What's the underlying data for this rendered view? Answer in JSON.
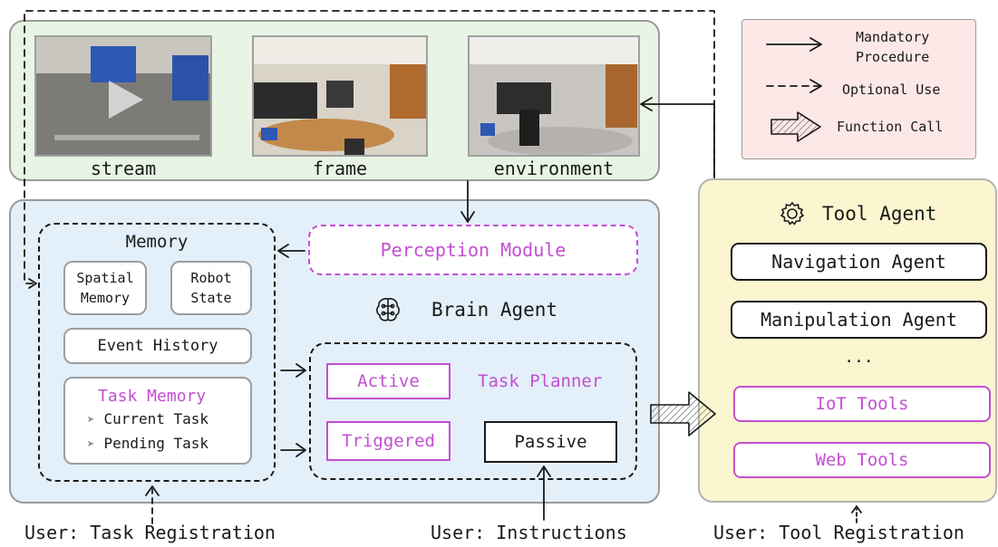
{
  "legend": {
    "mandatory": "Mandatory\nProcedure",
    "mandatory_line1": "Mandatory",
    "mandatory_line2": "Procedure",
    "optional": "Optional Use",
    "function_call": "Function Call"
  },
  "inputs": {
    "stream": "stream",
    "frame": "frame",
    "environment": "environment"
  },
  "memory": {
    "title": "Memory",
    "spatial_line1": "Spatial",
    "spatial_line2": "Memory",
    "robot_line1": "Robot",
    "robot_line2": "State",
    "event_history": "Event History",
    "task_memory": "Task Memory",
    "current_task": "Current Task",
    "pending_task": "Pending Task"
  },
  "brain": {
    "perception": "Perception Module",
    "title": "Brain Agent",
    "task_planner": "Task Planner",
    "active": "Active",
    "triggered": "Triggered",
    "passive": "Passive"
  },
  "tool": {
    "title": "Tool Agent",
    "navigation": "Navigation Agent",
    "manipulation": "Manipulation Agent",
    "ellipsis": "...",
    "iot": "IoT Tools",
    "web": "Web Tools"
  },
  "users": {
    "task_registration": "User: Task Registration",
    "instructions": "User: Instructions",
    "tool_registration": "User: Tool Registration"
  },
  "colors": {
    "accent_purple": "#c34fd1",
    "green_panel": "#e8f5e4",
    "blue_panel": "#e3eff9",
    "yellow_panel": "#fbf5d0",
    "legend_bg": "#fce8e6"
  }
}
